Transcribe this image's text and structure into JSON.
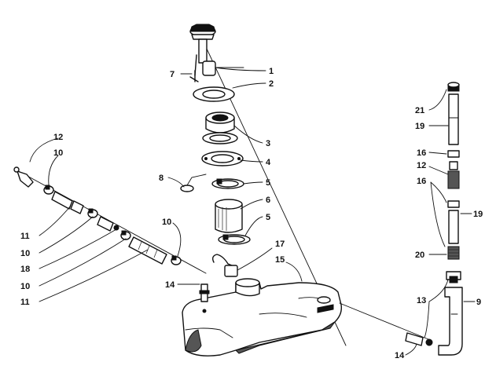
{
  "diagram": {
    "callouts": [
      "1",
      "7",
      "2",
      "3",
      "4",
      "8",
      "5",
      "6",
      "5",
      "17",
      "15",
      "12",
      "10",
      "11",
      "10",
      "18",
      "10",
      "11",
      "10",
      "14",
      "21",
      "19",
      "16",
      "12",
      "16",
      "19",
      "20",
      "13",
      "9",
      "14"
    ]
  }
}
